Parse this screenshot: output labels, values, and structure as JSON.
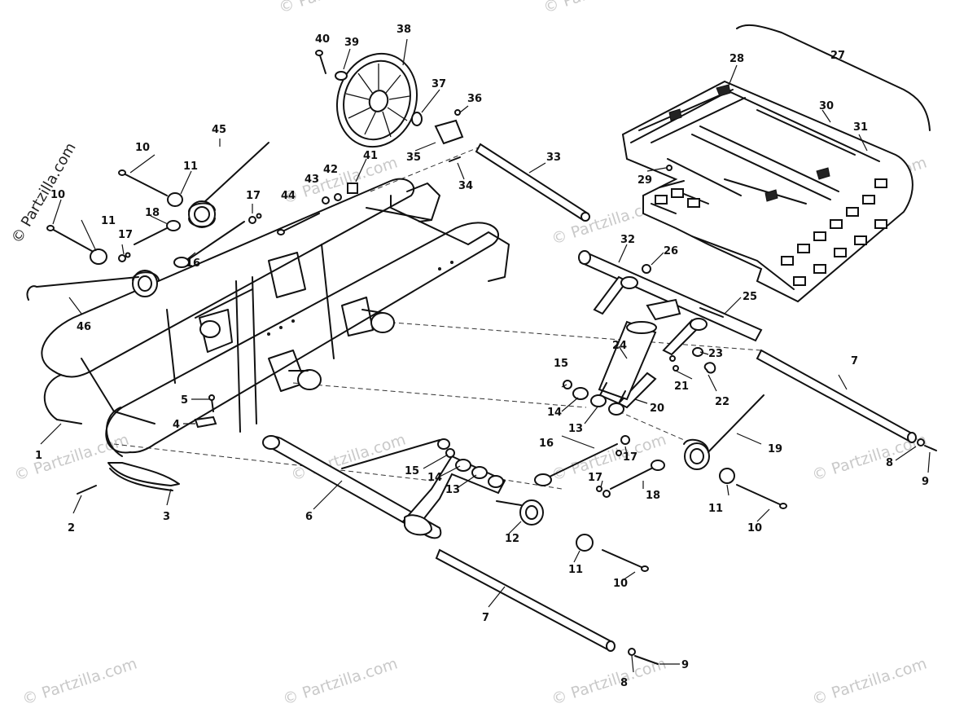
{
  "watermark": {
    "text": "© Partzilla.com"
  },
  "callouts": [
    "1",
    "2",
    "3",
    "4",
    "5",
    "6",
    "7",
    "7",
    "8",
    "8",
    "9",
    "9",
    "10",
    "10",
    "10",
    "10",
    "11",
    "11",
    "11",
    "11",
    "12",
    "13",
    "13",
    "14",
    "14",
    "15",
    "15",
    "16",
    "16",
    "17",
    "17",
    "17",
    "17",
    "18",
    "18",
    "19",
    "20",
    "21",
    "22",
    "23",
    "24",
    "25",
    "26",
    "27",
    "28",
    "29",
    "30",
    "31",
    "32",
    "33",
    "34",
    "35",
    "36",
    "37",
    "38",
    "39",
    "40",
    "41",
    "42",
    "43",
    "44",
    "45",
    "46"
  ]
}
